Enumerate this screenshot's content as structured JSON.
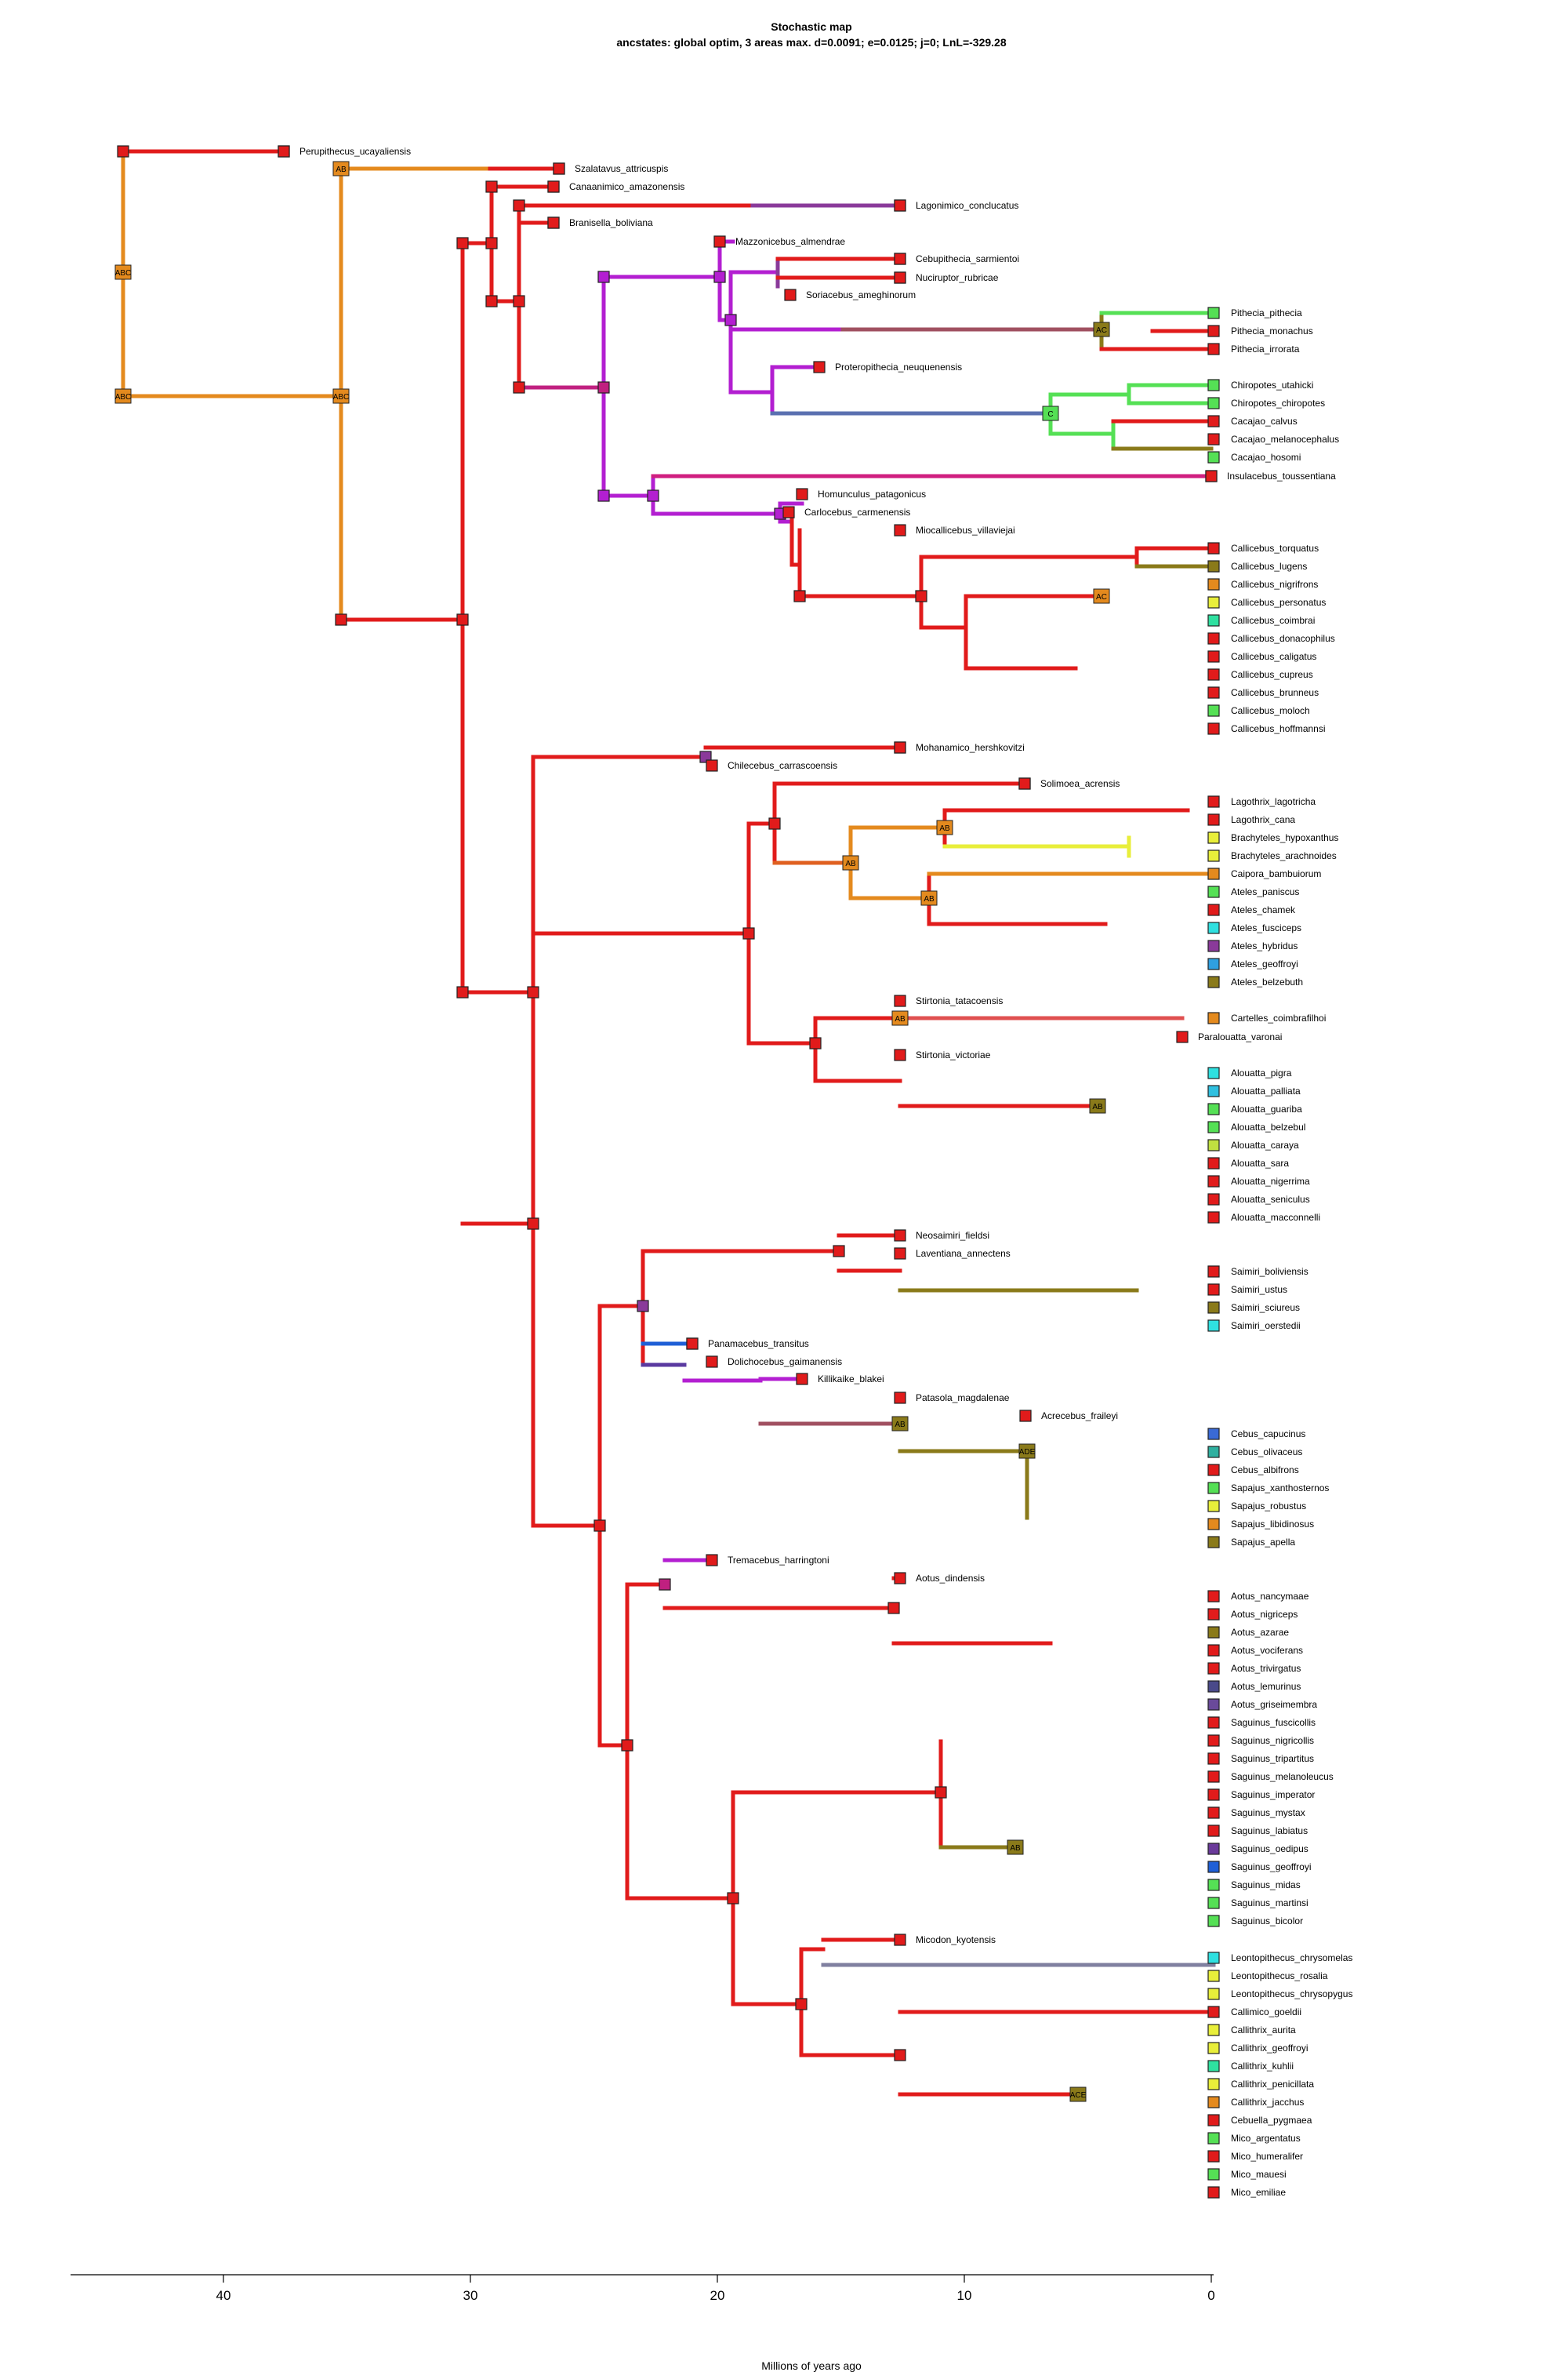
{
  "title": "Stochastic map",
  "subtitle": "ancstates: global optim, 3 areas max. d=0.0091; e=0.0125; j=0; LnL=-329.28",
  "x_axis_label": "Millions of years ago",
  "x_ticks": [
    "40",
    "30",
    "20",
    "10",
    "0"
  ],
  "tip_labels": [
    "Perupithecus_ucayaliensis",
    "Szalatavus_attricuspis",
    "Canaanimico_amazonensis",
    "Lagonimico_conclucatus",
    "Branisella_boliviana",
    "Mazzonicebus_almendrae",
    "Cebupithecia_sarmientoi",
    "Nuciruptor_rubricae",
    "Soriacebus_ameghinorum",
    "Pithecia_pithecia",
    "Pithecia_monachus",
    "Pithecia_irrorata",
    "Proteropithecia_neuquenensis",
    "Chiropotes_utahicki",
    "Chiropotes_chiropotes",
    "Cacajao_calvus",
    "Cacajao_melanocephalus",
    "Cacajao_hosomi",
    "Insulacebus_toussentiana",
    "Homunculus_patagonicus",
    "Carlocebus_carmenensis",
    "Miocallicebus_villaviejai",
    "Callicebus_torquatus",
    "Callicebus_lugens",
    "Callicebus_nigrifrons",
    "Callicebus_personatus",
    "Callicebus_coimbrai",
    "Callicebus_donacophilus",
    "Callicebus_caligatus",
    "Callicebus_cupreus",
    "Callicebus_brunneus",
    "Callicebus_moloch",
    "Callicebus_hoffmannsi",
    "Mohanamico_hershkovitzi",
    "Chilecebus_carrascoensis",
    "Solimoea_acrensis",
    "Lagothrix_lagotricha",
    "Lagothrix_cana",
    "Brachyteles_hypoxanthus",
    "Brachyteles_arachnoides",
    "Caipora_bambuiorum",
    "Ateles_paniscus",
    "Ateles_chamek",
    "Ateles_fusciceps",
    "Ateles_hybridus",
    "Ateles_geoffroyi",
    "Ateles_belzebuth",
    "Stirtonia_tatacoensis",
    "Cartelles_coimbrafilhoi",
    "Paralouatta_varonai",
    "Stirtonia_victoriae",
    "Alouatta_pigra",
    "Alouatta_palliata",
    "Alouatta_guariba",
    "Alouatta_belzebul",
    "Alouatta_caraya",
    "Alouatta_sara",
    "Alouatta_nigerrima",
    "Alouatta_seniculus",
    "Alouatta_macconnelli",
    "Neosaimiri_fieldsi",
    "Laventiana_annectens",
    "Saimiri_boliviensis",
    "Saimiri_ustus",
    "Saimiri_sciureus",
    "Saimiri_oerstedii",
    "Panamacebus_transitus",
    "Dolichocebus_gaimanensis",
    "Killikaike_blakei",
    "Patasola_magdalenae",
    "Acrecebus_fraileyi",
    "Cebus_capucinus",
    "Cebus_olivaceus",
    "Cebus_albifrons",
    "Sapajus_xanthosternos",
    "Sapajus_robustus",
    "Sapajus_libidinosus",
    "Sapajus_apella",
    "Tremacebus_harringtoni",
    "Aotus_dindensis",
    "Aotus_nancymaae",
    "Aotus_nigriceps",
    "Aotus_azarae",
    "Aotus_vociferans",
    "Aotus_trivirgatus",
    "Aotus_lemurinus",
    "Aotus_griseimembra",
    "Saguinus_fuscicollis",
    "Saguinus_nigricollis",
    "Saguinus_tripartitus",
    "Saguinus_melanoleucus",
    "Saguinus_imperator",
    "Saguinus_mystax",
    "Saguinus_labiatus",
    "Saguinus_oedipus",
    "Saguinus_geoffroyi",
    "Saguinus_midas",
    "Saguinus_martinsi",
    "Saguinus_bicolor",
    "Micodon_kyotensis",
    "Leontopithecus_chrysomelas",
    "Leontopithecus_rosalia",
    "Leontopithecus_chrysopygus",
    "Callimico_goeldii",
    "Callithrix_aurita",
    "Callithrix_geoffroyi",
    "Callithrix_kuhlii",
    "Callithrix_penicillata",
    "Callithrix_jacchus",
    "Cebuella_pygmaea",
    "Mico_argentatus",
    "Mico_humeralifer",
    "Mico_mauesi",
    "Mico_emiliae"
  ],
  "colors": {
    "A": "#e11b1b",
    "ABC": "#e48a1e",
    "C": "#55e055",
    "B": "#e07b1f",
    "purple": "#b31fd1",
    "blue": "#1f5fd6",
    "cyan": "#2fe0e0",
    "yellow": "#e8ee3a",
    "olive": "#8a7a1a"
  }
}
